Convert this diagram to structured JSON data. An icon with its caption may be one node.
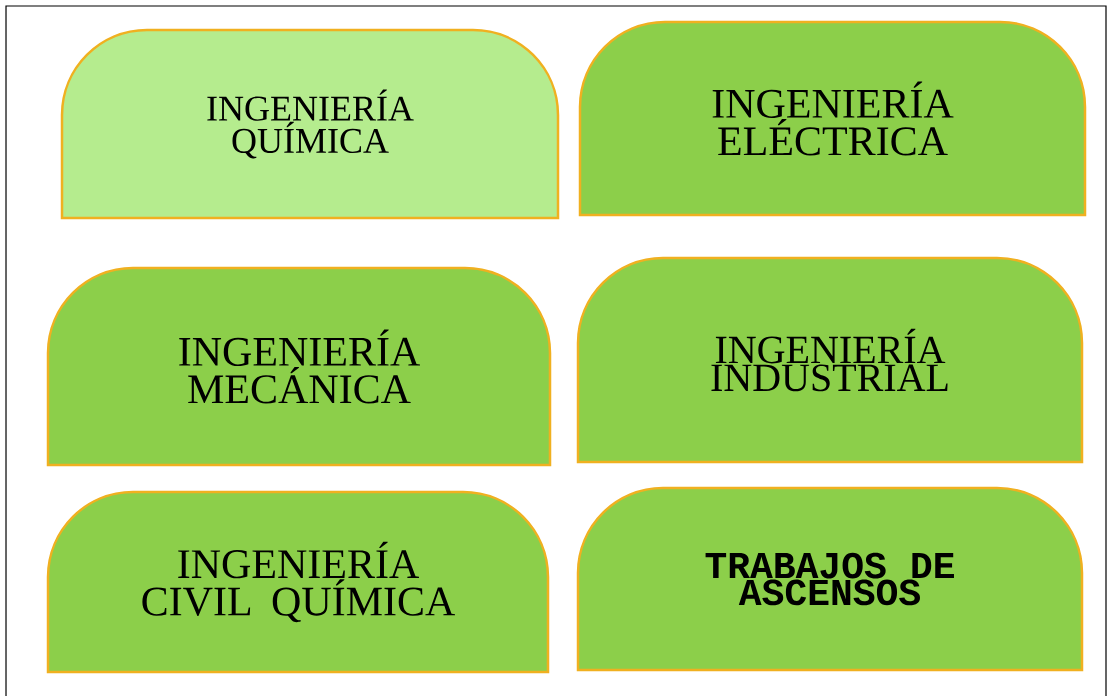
{
  "diagram": {
    "nodes": [
      {
        "text": [
          "INGENIERÍA QUÍMICA"
        ]
      },
      {
        "text": [
          "INGENIERÍA ELÉCTRICA"
        ]
      },
      {
        "text": [
          "INGENIERÍA MECÁNICA"
        ]
      },
      {
        "text": [
          "INGENIERÍA INDUSTRIAL"
        ]
      },
      {
        "text": [
          "INGENIERÍA CIVIL QUÍMICA"
        ]
      },
      {
        "text": [
          "TRABAJOS DE ASCENSOS"
        ]
      }
    ]
  }
}
